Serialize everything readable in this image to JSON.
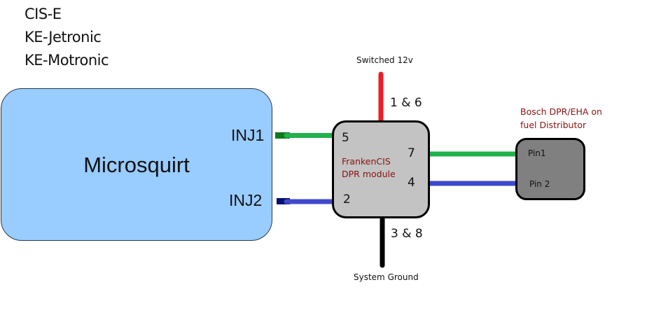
{
  "systems": [
    "CIS-E",
    "KE-Jetronic",
    "KE-Motronic"
  ],
  "ecu": {
    "label": "Microsquirt",
    "outputs": [
      "INJ1",
      "INJ2"
    ],
    "fill": "#99ccff"
  },
  "module": {
    "label_line1": "FrankenCIS",
    "label_line2": "DPR module",
    "fill": "#c3c3c3",
    "pins": {
      "inj1_in": "5",
      "inj2_in": "2",
      "out_pin1": "7",
      "out_pin2": "4",
      "power": "1 & 6",
      "ground": "3 & 8"
    }
  },
  "power_label": "Switched 12v",
  "ground_label": "System Ground",
  "actuator": {
    "label_line1": "Bosch DPR/EHA on",
    "label_line2": "fuel Distributor",
    "fill": "#808080",
    "pins": [
      "Pin1",
      "Pin 2"
    ]
  },
  "wire_colors": {
    "green": "#22b14c",
    "green_stub": "#0b7a1c",
    "blue": "#3f48cc",
    "blue_stub": "#00106e",
    "red": "#ed1c24",
    "black": "#000000"
  }
}
